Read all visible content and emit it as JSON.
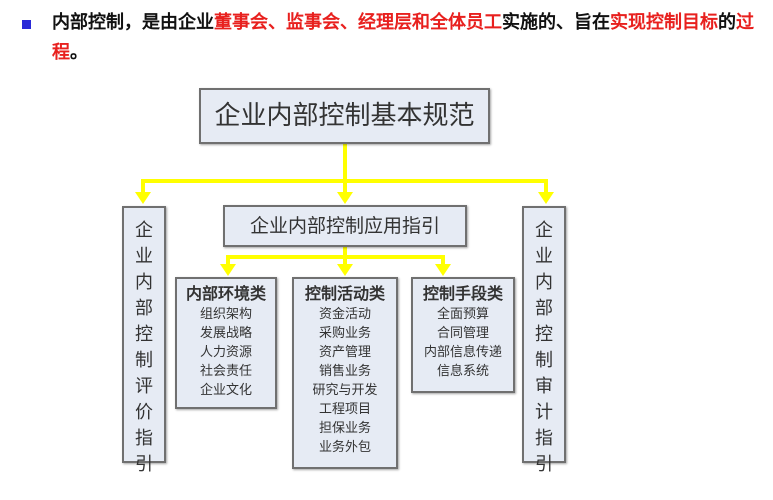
{
  "intro": {
    "segments": [
      {
        "text": "内部控制，是由企业",
        "color": "black"
      },
      {
        "text": "董事会、监事会、经理层和全体员工",
        "color": "red"
      },
      {
        "text": "实施的、旨在",
        "color": "black"
      },
      {
        "text": "实现控制目标",
        "color": "red"
      },
      {
        "text": "的",
        "color": "black"
      },
      {
        "text": "过程",
        "color": "red"
      },
      {
        "text": "。",
        "color": "black"
      }
    ]
  },
  "diagram": {
    "root": "企业内部控制基本规范",
    "application_guide": "企业内部控制应用指引",
    "evaluation_guide": [
      "企",
      "业",
      "内",
      "部",
      "控",
      "制",
      "评",
      "价",
      "指",
      "引"
    ],
    "audit_guide": [
      "企",
      "业",
      "内",
      "部",
      "控",
      "制",
      "审",
      "计",
      "指",
      "引"
    ],
    "categories": [
      {
        "title": "内部环境类",
        "items": [
          "组织架构",
          "发展战略",
          "人力资源",
          "社会责任",
          "企业文化"
        ]
      },
      {
        "title": "控制活动类",
        "items": [
          "资金活动",
          "采购业务",
          "资产管理",
          "销售业务",
          "研究与开发",
          "工程项目",
          "担保业务",
          "业务外包"
        ]
      },
      {
        "title": "控制手段类",
        "items": [
          "全面预算",
          "合同管理",
          "内部信息传递",
          "信息系统"
        ]
      }
    ],
    "colors": {
      "connector": "#ffff00",
      "box_fill": "#e6ebf4",
      "box_border": "#707070",
      "emphasis": "#e8201e",
      "bullet": "#2a2ad8"
    }
  }
}
